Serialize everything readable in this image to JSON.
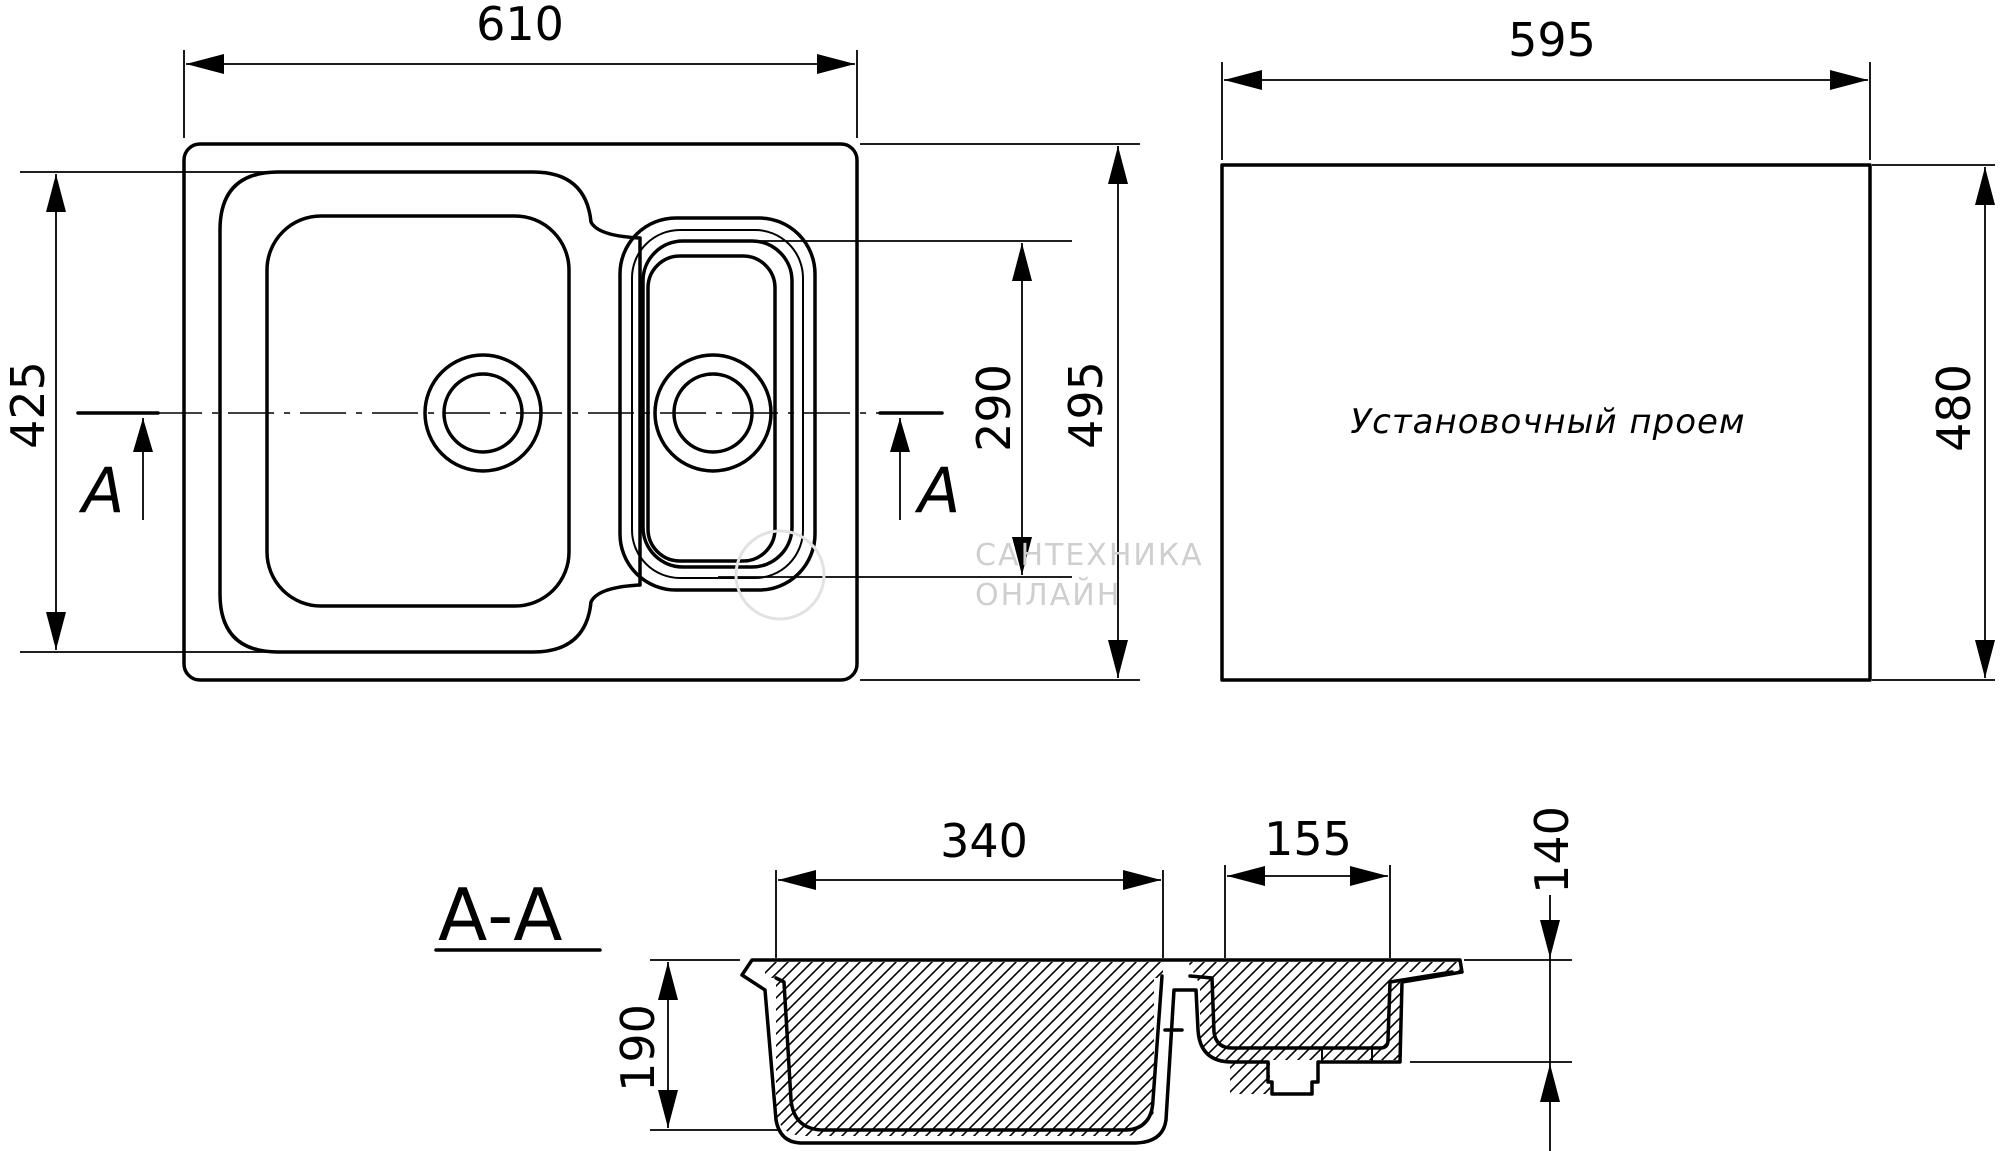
{
  "top_view": {
    "width": "610",
    "height_outer": "495",
    "bowl_height": "425",
    "small_bowl_height": "290",
    "section_marker_left": "A",
    "section_marker_right": "A"
  },
  "cutout": {
    "width": "595",
    "height": "480",
    "label": "Установочный проем"
  },
  "section": {
    "title": "А-А",
    "large_bowl_width": "340",
    "small_bowl_width": "155",
    "large_bowl_depth": "190",
    "small_bowl_depth": "140"
  },
  "watermark": {
    "line1": "САНТЕХНИКА",
    "line2": "ОНЛАЙН"
  }
}
